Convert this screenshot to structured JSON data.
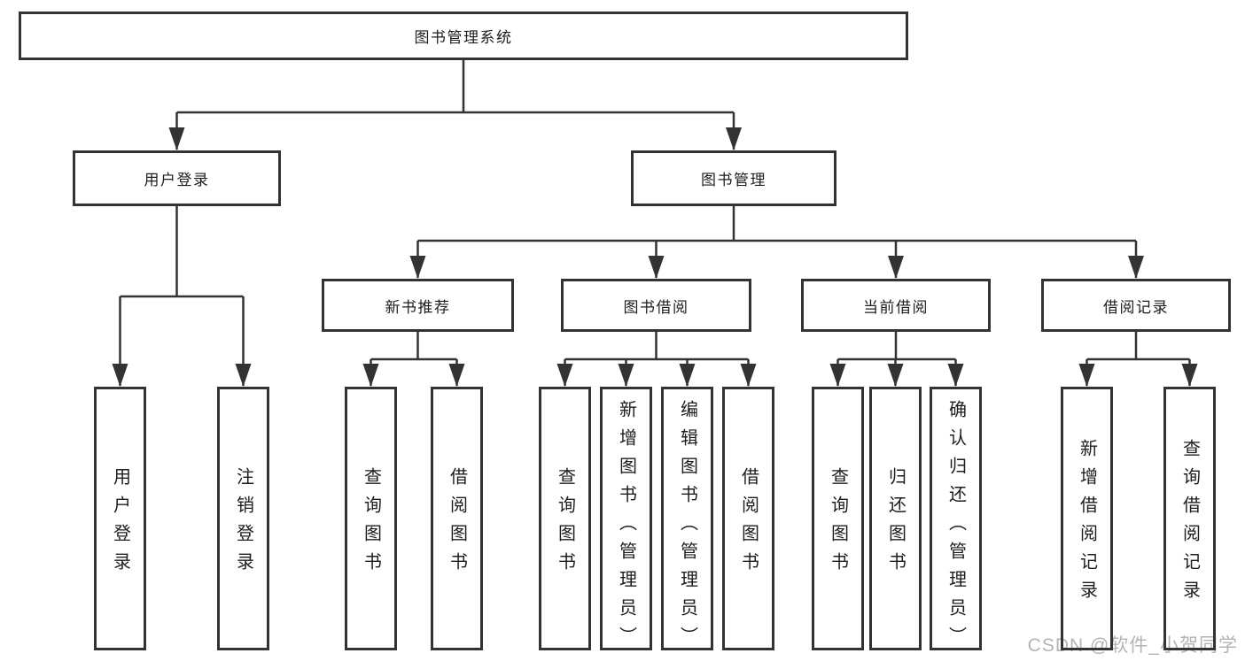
{
  "colors": {
    "line": "#333333",
    "text": "#1d1d1d",
    "box_background": "#ffffff",
    "watermark": "#b4b4b4"
  },
  "watermark": {
    "text": "CSDN @软件_小贺同学"
  },
  "diagram": {
    "root": {
      "label": "图书管理系统"
    },
    "branches": [
      {
        "label": "用户登录",
        "children": [
          {
            "label": "用户登录"
          },
          {
            "label": "注销登录"
          }
        ]
      },
      {
        "label": "图书管理",
        "children": [
          {
            "label": "新书推荐",
            "children": [
              {
                "label": "查询图书"
              },
              {
                "label": "借阅图书"
              }
            ]
          },
          {
            "label": "图书借阅",
            "children": [
              {
                "label": "查询图书"
              },
              {
                "label": "新增图书（管理员）"
              },
              {
                "label": "编辑图书（管理员）"
              },
              {
                "label": "借阅图书"
              }
            ]
          },
          {
            "label": "当前借阅",
            "children": [
              {
                "label": "查询图书"
              },
              {
                "label": "归还图书"
              },
              {
                "label": "确认归还（管理员）"
              }
            ]
          },
          {
            "label": "借阅记录",
            "children": [
              {
                "label": "新增借阅记录"
              },
              {
                "label": "查询借阅记录"
              }
            ]
          }
        ]
      }
    ]
  }
}
